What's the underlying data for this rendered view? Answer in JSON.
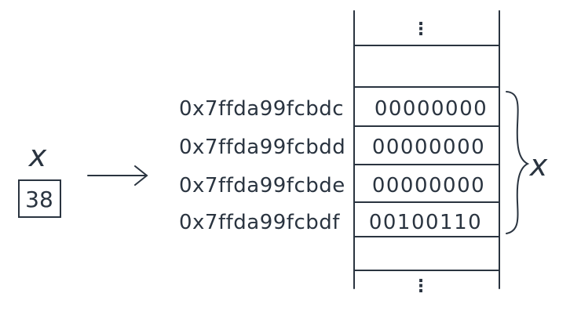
{
  "variable": {
    "name": "x",
    "value": "38"
  },
  "memory": {
    "top_ellipsis": "⋮",
    "bottom_ellipsis": "⋮",
    "rows": [
      {
        "address": "0x7ffda99fcbdc",
        "bits": "00000000"
      },
      {
        "address": "0x7ffda99fcbdd",
        "bits": "00000000"
      },
      {
        "address": "0x7ffda99fcbde",
        "bits": "00000000"
      },
      {
        "address": "0x7ffda99fcbdf",
        "bits": "00100110"
      }
    ],
    "brace_label": "x"
  },
  "colors": {
    "ink": "#2a3440"
  }
}
